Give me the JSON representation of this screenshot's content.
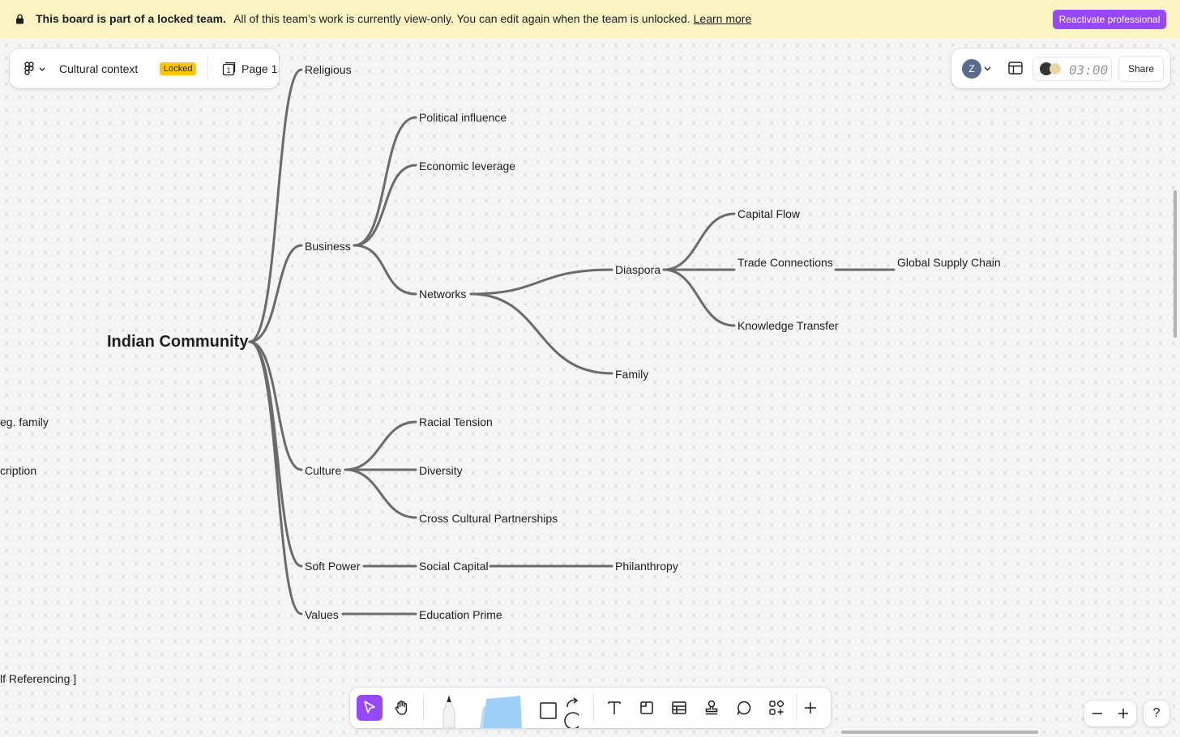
{
  "banner": {
    "bold_text": "This board is part of a locked team.",
    "message": "All of this team’s work is currently view-only. You can edit again when the team is unlocked.",
    "link_text": "Learn more",
    "cta_label": "Reactivate professional"
  },
  "file": {
    "name": "Cultural context",
    "status_badge": "Locked",
    "page_label": "Page 1",
    "page_number": "1"
  },
  "header_right": {
    "avatar_initial": "Z",
    "timer": "03:00",
    "share_label": "Share"
  },
  "mindmap": {
    "root": "Indian Community",
    "nodes": {
      "religious": "Religious",
      "business": "Business",
      "political_influence": "Political influence",
      "economic_leverage": "Economic leverage",
      "networks": "Networks",
      "diaspora": "Diaspora",
      "capital_flow": "Capital Flow",
      "trade_connections": "Trade Connections",
      "global_supply_chain": "Global Supply Chain",
      "knowledge_transfer": "Knowledge Transfer",
      "family": "Family",
      "culture": "Culture",
      "racial_tension": "Racial Tension",
      "diversity": "Diversity",
      "cross_cultural": "Cross Cultural Partnerships",
      "soft_power": "Soft Power",
      "social_capital": "Social Capital",
      "philanthropy": "Philanthropy",
      "values": "Values",
      "education_prime": "Education Prime"
    },
    "offscreen_fragments": {
      "eg_family": "eg. family",
      "cription": "cription",
      "referencing": "lf Referencing ]"
    }
  },
  "toolbar": {
    "tools": [
      "select-tool",
      "hand-tool",
      "pen-tool",
      "sticky-note-tool",
      "shape-tool",
      "connector-tool",
      "text-tool",
      "section-tool",
      "table-tool",
      "stamp-tool",
      "comment-tool",
      "widgets-tool",
      "more-tool"
    ]
  },
  "zoom": {
    "help_label": "?"
  },
  "colors": {
    "accent": "#9747ff",
    "banner_bg": "#fdf4c6",
    "badge": "#ffc700",
    "connector": "#6b6b6b"
  }
}
